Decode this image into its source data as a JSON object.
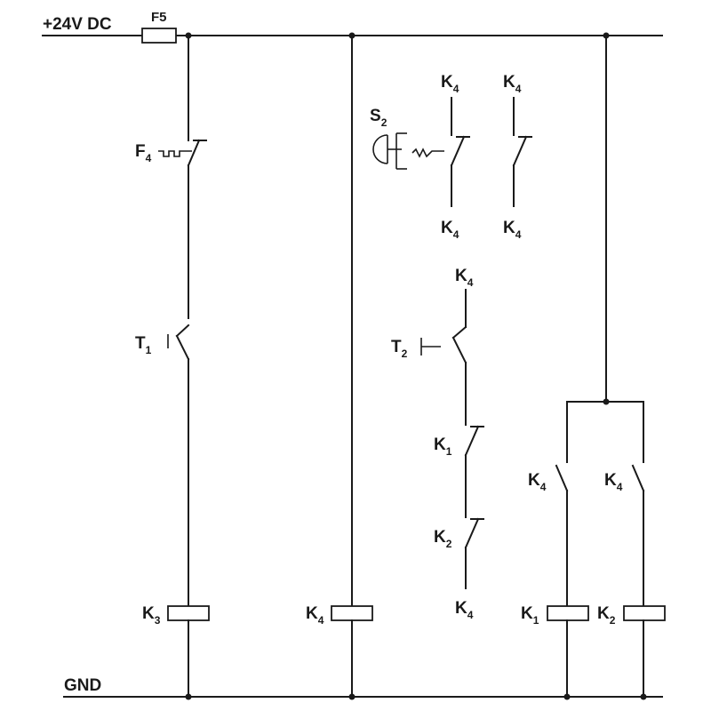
{
  "supply_label": "+24V DC",
  "ground_label": "GND",
  "fuse_label": "F5",
  "components": {
    "f4": {
      "main": "F",
      "sub": "4"
    },
    "t1": {
      "main": "T",
      "sub": "1"
    },
    "k3_coil": {
      "main": "K",
      "sub": "3"
    },
    "k4_coil": {
      "main": "K",
      "sub": "4"
    },
    "s2": {
      "main": "S",
      "sub": "2"
    },
    "k4_a_top": {
      "main": "K",
      "sub": "4"
    },
    "k4_a_bot": {
      "main": "K",
      "sub": "4"
    },
    "k4_b_top": {
      "main": "K",
      "sub": "4"
    },
    "k4_b_bot": {
      "main": "K",
      "sub": "4"
    },
    "k4_c_top": {
      "main": "K",
      "sub": "4"
    },
    "t2": {
      "main": "T",
      "sub": "2"
    },
    "k1_nc": {
      "main": "K",
      "sub": "1"
    },
    "k2_nc": {
      "main": "K",
      "sub": "2"
    },
    "k4_c_bot": {
      "main": "K",
      "sub": "4"
    },
    "k4_no1": {
      "main": "K",
      "sub": "4"
    },
    "k4_no2": {
      "main": "K",
      "sub": "4"
    },
    "k1_coil": {
      "main": "K",
      "sub": "1"
    },
    "k2_coil": {
      "main": "K",
      "sub": "2"
    }
  }
}
